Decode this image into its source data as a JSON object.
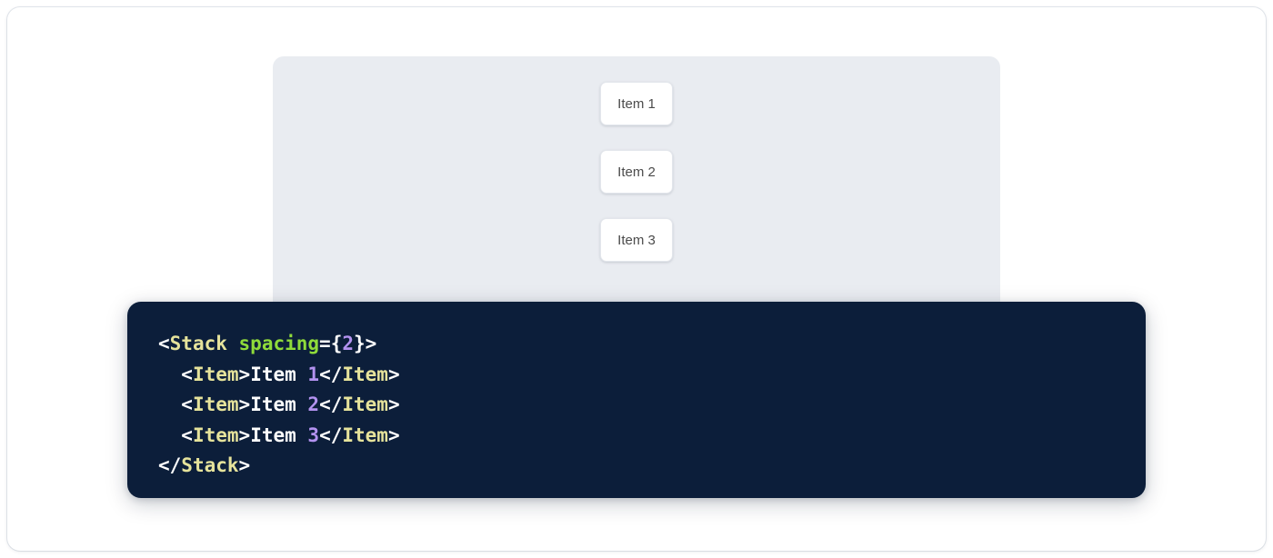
{
  "preview": {
    "panel_background": "#e9ecf1",
    "items": [
      {
        "label": "Item 1"
      },
      {
        "label": "Item 2"
      },
      {
        "label": "Item 3"
      }
    ]
  },
  "code": {
    "background": "#0c1e3a",
    "language": "jsx",
    "colors": {
      "tag": "#e6e39b",
      "attribute": "#8fdb3a",
      "number": "#b392f0",
      "punctuation": "#ffffff",
      "text": "#ffffff"
    },
    "lines": [
      {
        "indent": "",
        "tokens": [
          {
            "t": "punct",
            "v": "<"
          },
          {
            "t": "tag",
            "v": "Stack"
          },
          {
            "t": "text",
            "v": " "
          },
          {
            "t": "attr",
            "v": "spacing"
          },
          {
            "t": "punct",
            "v": "={"
          },
          {
            "t": "num",
            "v": "2"
          },
          {
            "t": "punct",
            "v": "}>"
          }
        ]
      },
      {
        "indent": "  ",
        "tokens": [
          {
            "t": "punct",
            "v": "<"
          },
          {
            "t": "tag",
            "v": "Item"
          },
          {
            "t": "punct",
            "v": ">"
          },
          {
            "t": "text",
            "v": "Item "
          },
          {
            "t": "num",
            "v": "1"
          },
          {
            "t": "punct",
            "v": "</"
          },
          {
            "t": "tag",
            "v": "Item"
          },
          {
            "t": "punct",
            "v": ">"
          }
        ]
      },
      {
        "indent": "  ",
        "tokens": [
          {
            "t": "punct",
            "v": "<"
          },
          {
            "t": "tag",
            "v": "Item"
          },
          {
            "t": "punct",
            "v": ">"
          },
          {
            "t": "text",
            "v": "Item "
          },
          {
            "t": "num",
            "v": "2"
          },
          {
            "t": "punct",
            "v": "</"
          },
          {
            "t": "tag",
            "v": "Item"
          },
          {
            "t": "punct",
            "v": ">"
          }
        ]
      },
      {
        "indent": "  ",
        "tokens": [
          {
            "t": "punct",
            "v": "<"
          },
          {
            "t": "tag",
            "v": "Item"
          },
          {
            "t": "punct",
            "v": ">"
          },
          {
            "t": "text",
            "v": "Item "
          },
          {
            "t": "num",
            "v": "3"
          },
          {
            "t": "punct",
            "v": "</"
          },
          {
            "t": "tag",
            "v": "Item"
          },
          {
            "t": "punct",
            "v": ">"
          }
        ]
      },
      {
        "indent": "",
        "tokens": [
          {
            "t": "punct",
            "v": "</"
          },
          {
            "t": "tag",
            "v": "Stack"
          },
          {
            "t": "punct",
            "v": ">"
          }
        ]
      }
    ]
  }
}
